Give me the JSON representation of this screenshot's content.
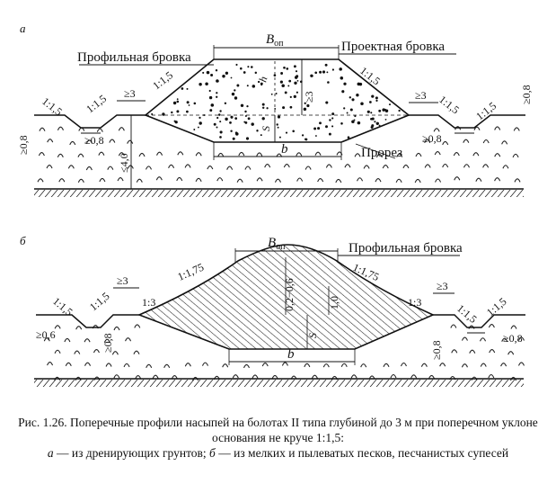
{
  "figure_a": {
    "letter": "а",
    "profile_edge": "Профильная бровка",
    "design_edge": "Проектная бровка",
    "width_label": "B",
    "width_sub": "оп",
    "base_label": "b",
    "cut_label": "Прорез",
    "h_label": "h",
    "s_label": "S",
    "slope_main": "1:1,5",
    "slope_left_ditch_1": "1:1,5",
    "slope_left_ditch_2": "1:1,5",
    "slope_right_ditch_1": "1:1,5",
    "slope_right_ditch_2": "1:1,5",
    "slope_right_main": "1:1,5",
    "ge3_left": "≥3",
    "ge3_right": "≥3",
    "ge3_vertical": "≥3",
    "ge08_left_v": "≥0,8",
    "ge08_left_h": "≥0,8",
    "ge08_right_h": "≥0,8",
    "ge08_right_v": "≥0,8",
    "le40": "≤4,0"
  },
  "figure_b": {
    "letter": "б",
    "profile_edge": "Профильная бровка",
    "width_label": "B",
    "width_sub": "оп",
    "base_label": "b",
    "slope_175_left": "1:1,75",
    "slope_175_right": "1:1,75",
    "slope_13_left": "1:3",
    "slope_13_right": "1:3",
    "slope_15_left_1": "1:1,5",
    "slope_15_left_2": "1:1,5",
    "slope_15_right_1": "1:1,5",
    "slope_15_right_2": "1:1,5",
    "ge3_left": "≥3",
    "ge3_right": "≥3",
    "ge06": "≥0,6",
    "ge08_left_v": "≥0,8",
    "ge08_right_v": "≥0,8",
    "ge08_right_h": "≥0,8",
    "r_label": "0,2−0,6",
    "s_label": "S",
    "h10": "1,0"
  },
  "caption": {
    "line1": "Рис. 1.26. Поперечные профили насыпей на болотах II типа глубиной до 3 м при поперечном уклоне основания не круче 1:1,5:",
    "a_letter": "а",
    "a_text": " — из дренирующих грунтов; ",
    "b_letter": "б",
    "b_text": " — из мелких и пылеватых песков, песчанистых супесей"
  }
}
